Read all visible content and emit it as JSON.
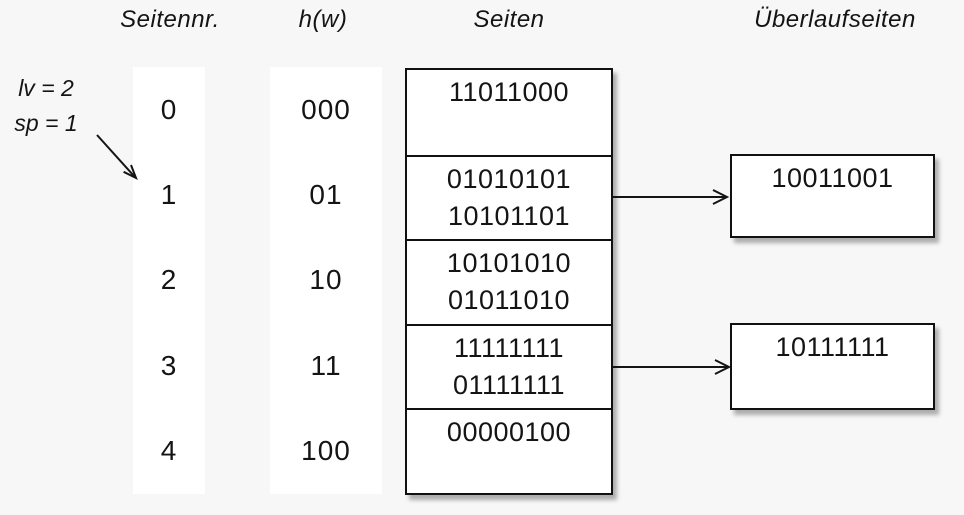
{
  "headers": {
    "seitennr": "Seitennr.",
    "hw": "h(w)",
    "seiten": "Seiten",
    "ueberlauf": "Überlaufseiten"
  },
  "annotation": {
    "lv": "lv = 2",
    "sp": "sp = 1"
  },
  "rows": [
    {
      "nr": "0",
      "hash": "000",
      "lines": [
        "11011000"
      ]
    },
    {
      "nr": "1",
      "hash": "01",
      "lines": [
        "01010101",
        "10101101"
      ],
      "overflow": "10011001"
    },
    {
      "nr": "2",
      "hash": "10",
      "lines": [
        "10101010",
        "01011010"
      ]
    },
    {
      "nr": "3",
      "hash": "11",
      "lines": [
        "11111111",
        "01111111"
      ],
      "overflow": "10111111"
    },
    {
      "nr": "4",
      "hash": "100",
      "lines": [
        "00000100"
      ]
    }
  ],
  "icons": {
    "split_pointer_arrow": "diagonal-arrow-down-right",
    "overflow_arrow_row1": "arrow-right",
    "overflow_arrow_row3": "arrow-right"
  },
  "colors": {
    "background": "#f7f7f7",
    "cell_fill": "#ffffff",
    "border": "#111111",
    "text": "#141414",
    "shadow": "rgba(0,0,0,0.30)"
  }
}
